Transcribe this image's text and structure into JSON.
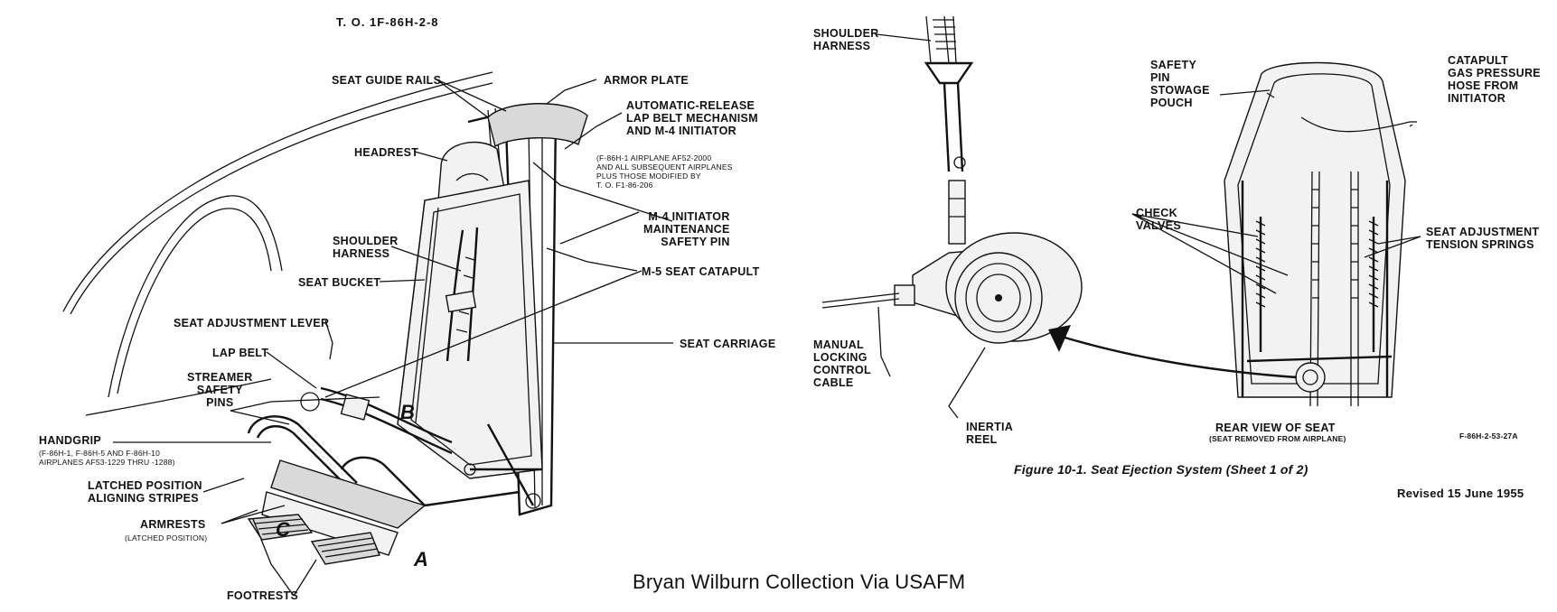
{
  "doc": {
    "header": "T. O. 1F-86H-2-8",
    "caption": "Figure 10-1. Seat Ejection System (Sheet 1 of 2)",
    "revised": "Revised 15 June 1955",
    "credit": "Bryan Wilburn Collection Via USAFM",
    "figure_code": "F-86H-2-53-27A"
  },
  "left": {
    "seat_guide_rails": "SEAT GUIDE RAILS",
    "armor_plate": "ARMOR PLATE",
    "auto_release": "AUTOMATIC-RELEASE\nLAP BELT MECHANISM\nAND M-4 INITIATOR",
    "auto_release_note": "(F-86H-1 AIRPLANE AF52-2000\nAND ALL SUBSEQUENT AIRPLANES\nPLUS THOSE MODIFIED BY\nT. O. F1-86-206",
    "headrest": "HEADREST",
    "m4_pin": "M-4 INITIATOR\nMAINTENANCE\nSAFETY PIN",
    "shoulder_harness": "SHOULDER\nHARNESS",
    "m5_catapult": "M-5 SEAT CATAPULT",
    "seat_bucket": "SEAT BUCKET",
    "seat_adjust_lever": "SEAT ADJUSTMENT LEVER",
    "seat_carriage": "SEAT CARRIAGE",
    "lap_belt": "LAP BELT",
    "streamer": "STREAMER\nSAFETY\nPINS",
    "handgrip": "HANDGRIP",
    "handgrip_note": "(F-86H-1, F-86H-5 AND F-86H-10\nAIRPLANES AF53-1229 THRU -1288)",
    "latched_stripes": "LATCHED POSITION\nALIGNING STRIPES",
    "armrests": "ARMRESTS",
    "armrests_note": "(LATCHED POSITION)",
    "footrests": "FOOTRESTS",
    "callout_a": "A",
    "callout_b": "B",
    "callout_c": "C"
  },
  "middle": {
    "shoulder_harness": "SHOULDER\nHARNESS",
    "manual_cable": "MANUAL\nLOCKING\nCONTROL\nCABLE",
    "inertia_reel": "INERTIA\nREEL"
  },
  "right": {
    "safety_pin_pouch": "SAFETY\nPIN\nSTOWAGE\nPOUCH",
    "catapult_hose": "CATAPULT\nGAS PRESSURE\nHOSE FROM\nINITIATOR",
    "check_valves": "CHECK\nVALVES",
    "tension_springs": "SEAT ADJUSTMENT\nTENSION SPRINGS",
    "rear_view": "REAR VIEW OF SEAT",
    "rear_view_note": "(SEAT REMOVED FROM AIRPLANE)"
  }
}
